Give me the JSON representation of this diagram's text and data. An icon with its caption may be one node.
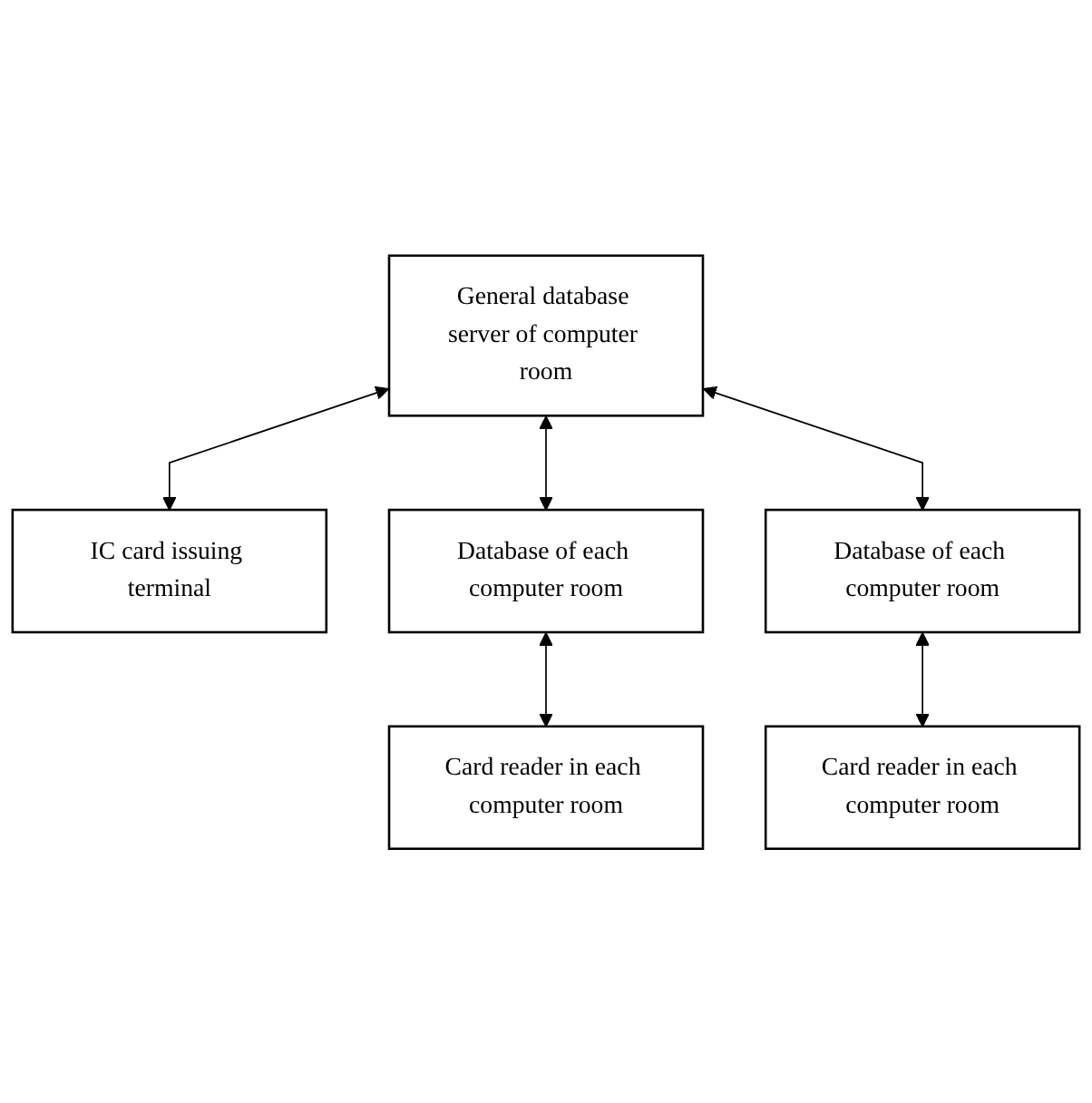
{
  "diagram": {
    "nodes": [
      {
        "text": [
          "General database server of computer room"
        ]
      },
      {
        "text": [
          "IC card issuing terminal"
        ]
      },
      {
        "text": [
          "Database of each computer room"
        ]
      },
      {
        "text": [
          "Database of each computer room"
        ]
      },
      {
        "text": [
          "Card reader in each computer room"
        ]
      },
      {
        "text": [
          "Card reader in each computer room"
        ]
      }
    ],
    "edges": [
      {
        "from": 0,
        "to": 1,
        "arrow": "both"
      },
      {
        "from": 0,
        "to": 2,
        "arrow": "both"
      },
      {
        "from": 0,
        "to": 3,
        "arrow": "both"
      },
      {
        "from": 2,
        "to": 4,
        "arrow": "both"
      },
      {
        "from": 3,
        "to": 5,
        "arrow": "both"
      }
    ]
  }
}
